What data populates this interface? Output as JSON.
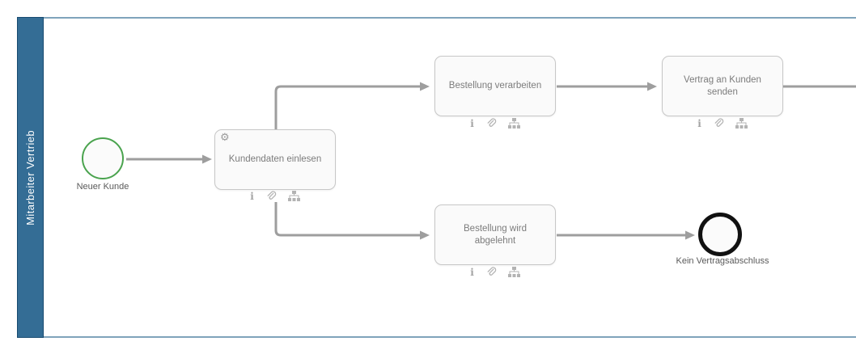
{
  "diagram": {
    "tool": "bpmn-process-diagram",
    "lane": {
      "title": "Mitarbeiter Vertrieb"
    }
  },
  "colors": {
    "lane_fill": "#346d95",
    "lane_border": "#174a70",
    "pool_border": "#7fa3bb",
    "task_fill": "#fafafa",
    "task_border": "#c7c7c7",
    "task_text": "#7c7c7c",
    "flow_line": "#9e9e9e",
    "start_event_border": "#4aa34e",
    "end_event_border": "#111111",
    "marker_icon": "#b3b3b3"
  },
  "icons": {
    "gear": "⚙",
    "info": "i",
    "paperclip": "paperclip-icon",
    "orgchart": "orgchart-icon"
  },
  "nodes": {
    "start": {
      "type": "start-event",
      "label": "Neuer Kunde"
    },
    "task_read_customer_data": {
      "type": "service-task",
      "label": "Kundendaten einlesen"
    },
    "task_process_order": {
      "type": "task",
      "label": "Bestellung verarbeiten"
    },
    "task_send_contract": {
      "type": "task",
      "label": "Vertrag an Kunden senden"
    },
    "task_order_rejected": {
      "type": "task",
      "label": "Bestellung wird abgelehnt"
    },
    "end": {
      "type": "end-event",
      "label": "Kein Vertragsabschluss"
    }
  },
  "flows": [
    {
      "from": "start",
      "to": "task_read_customer_data"
    },
    {
      "from": "task_read_customer_data",
      "to": "task_process_order"
    },
    {
      "from": "task_read_customer_data",
      "to": "task_order_rejected"
    },
    {
      "from": "task_process_order",
      "to": "task_send_contract"
    },
    {
      "from": "task_send_contract",
      "to": "offscreen-right"
    },
    {
      "from": "task_order_rejected",
      "to": "end"
    }
  ]
}
